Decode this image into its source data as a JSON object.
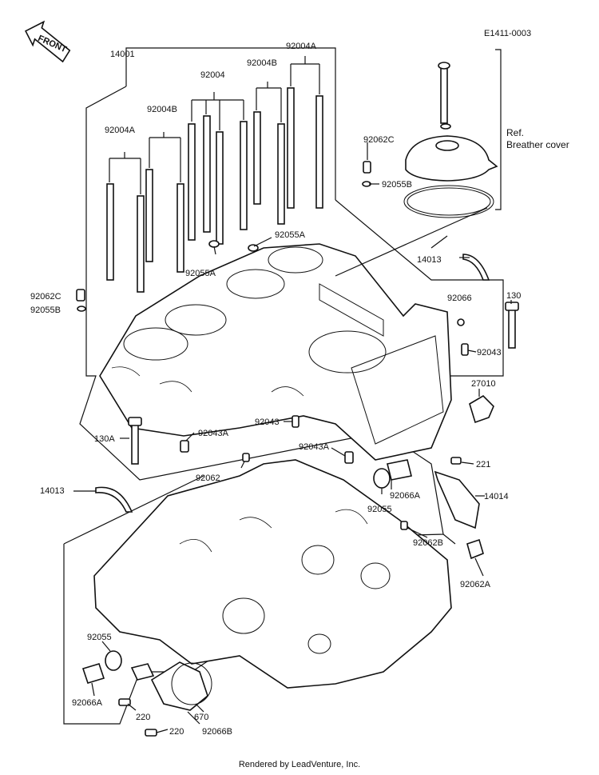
{
  "diagram": {
    "code": "E1411-0003",
    "front_label": "FRONT",
    "ref_label": "Ref.",
    "ref_name": "Breather cover",
    "footer": "Rendered by LeadVenture, Inc.",
    "labels": {
      "p14001": "14001",
      "p92004A_top": "92004A",
      "p92004B_top": "92004B",
      "p92004": "92004",
      "p92004B_left": "92004B",
      "p92004A_left": "92004A",
      "p92062C_top": "92062C",
      "p92055B_top": "92055B",
      "p92055A_mid": "92055A",
      "p92055A_left": "92055A",
      "p14013_top": "14013",
      "p92062C_left": "92062C",
      "p92055B_left": "92055B",
      "p92066": "92066",
      "p130": "130",
      "p92043_right": "92043",
      "p27010": "27010",
      "p92043_mid": "92043",
      "p130A": "130A",
      "p92043A_left": "92043A",
      "p92043A_mid": "92043A",
      "p221": "221",
      "p92062": "92062",
      "p92066A_mid": "92066A",
      "p14013_left": "14013",
      "p92055_mid": "92055",
      "p14014": "14014",
      "p92062B": "92062B",
      "p92062A": "92062A",
      "p92055_low": "92055",
      "p92066A_low": "92066A",
      "p220_a": "220",
      "p670": "670",
      "p220_b": "220",
      "p92066B": "92066B"
    }
  }
}
